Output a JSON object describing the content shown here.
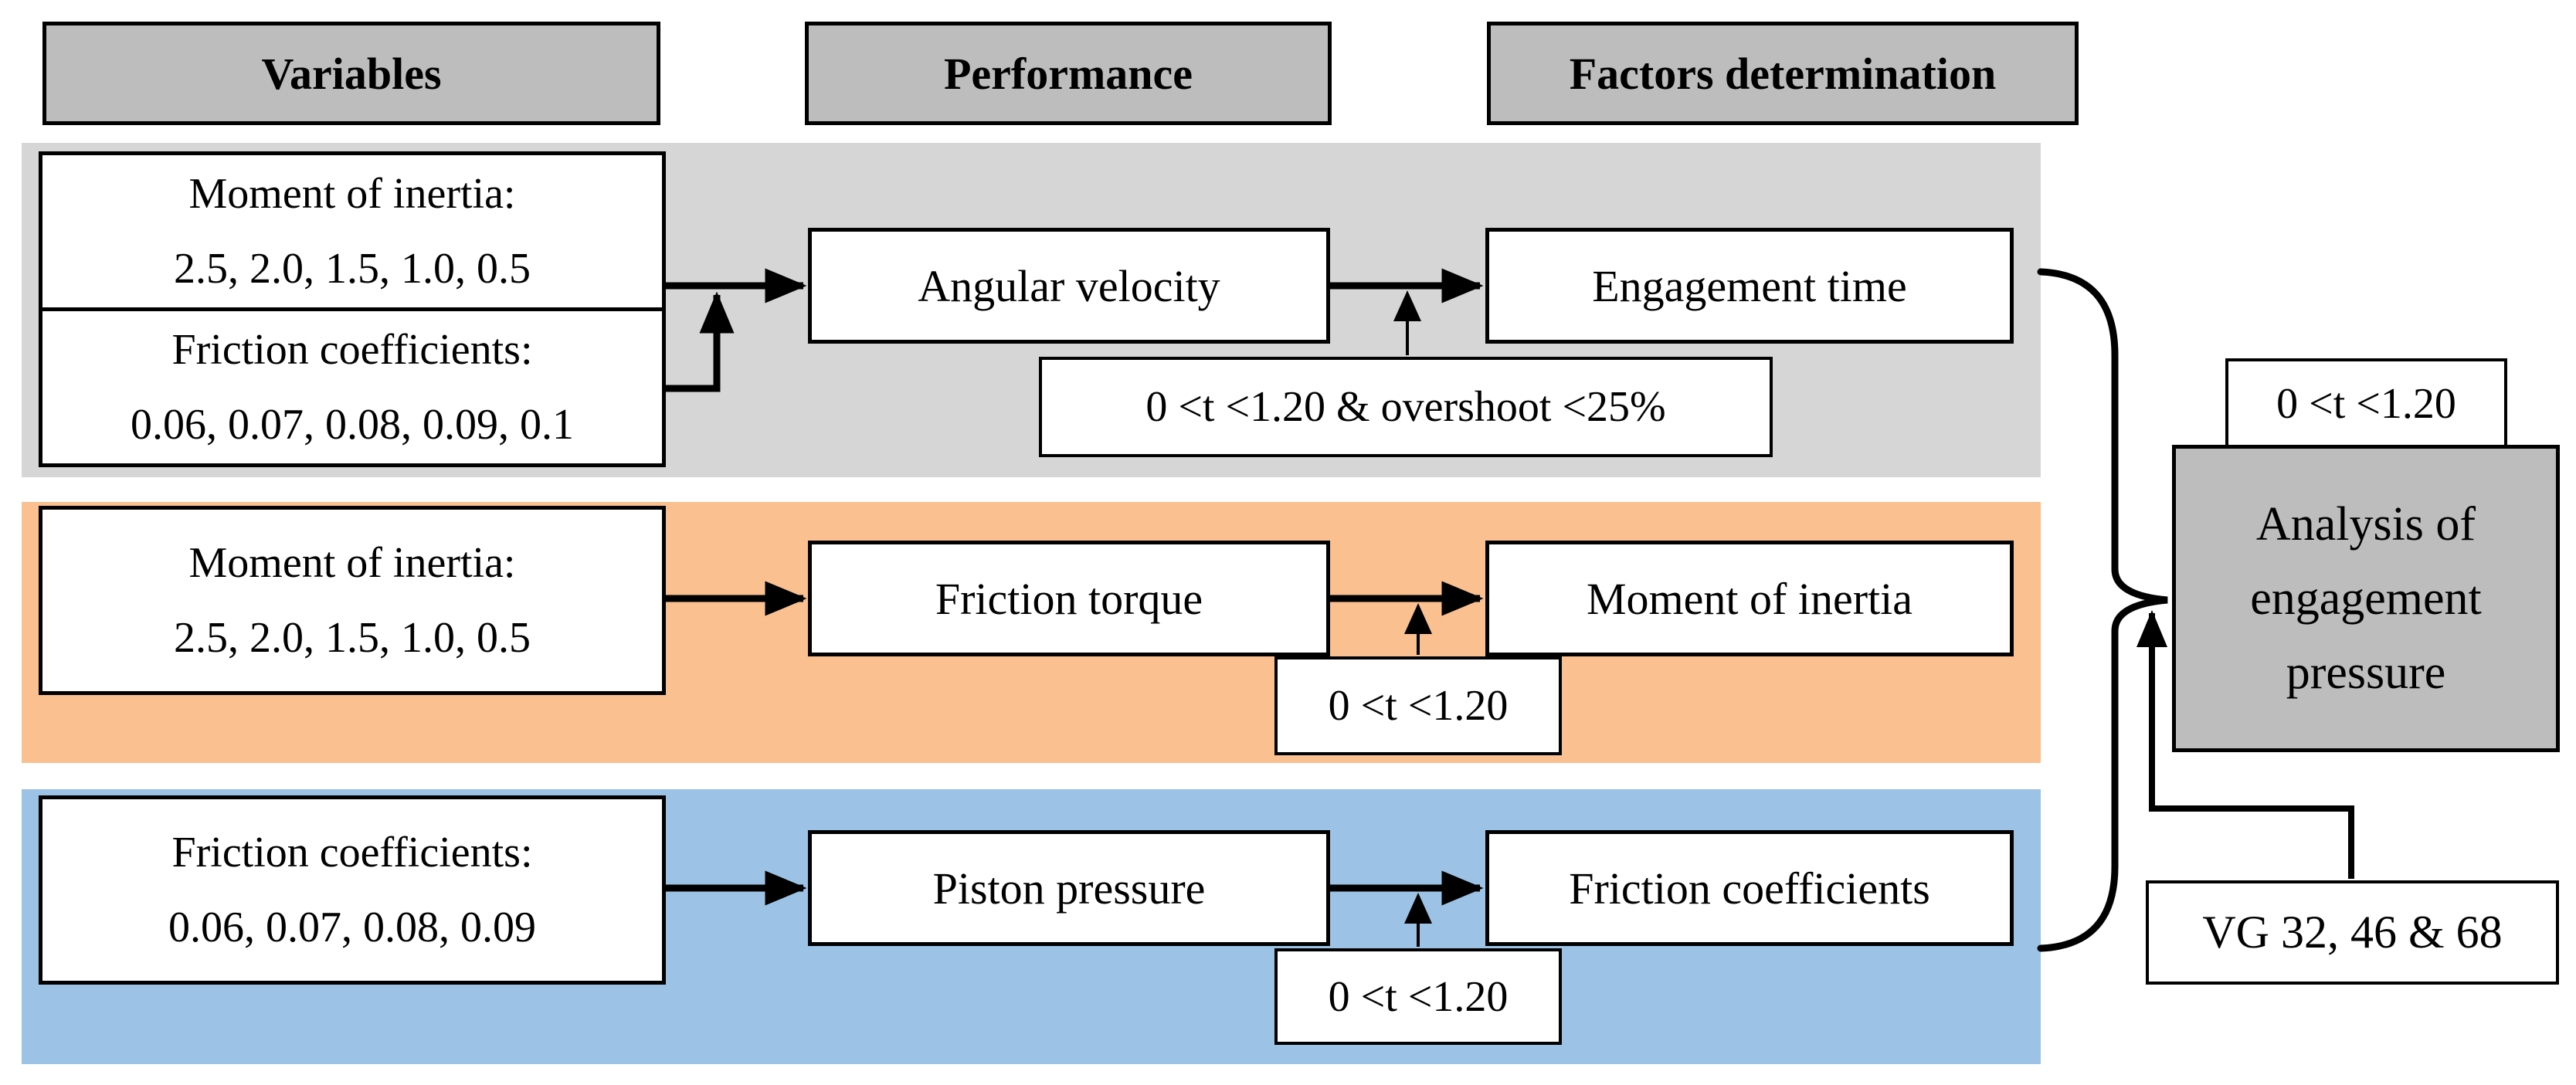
{
  "diagram": {
    "headers": {
      "variables": "Variables",
      "performance": "Performance",
      "factors": "Factors determination"
    },
    "rows": [
      {
        "band_color": "#D6D6D6",
        "variables": [
          {
            "title": "Moment of inertia:",
            "values": "2.5, 2.0, 1.5, 1.0, 0.5"
          },
          {
            "title": "Friction coefficients:",
            "values": "0.06, 0.07, 0.08, 0.09, 0.1"
          }
        ],
        "performance": "Angular velocity",
        "factor": "Engagement time",
        "criteria": "0 <t <1.20 & overshoot <25%"
      },
      {
        "band_color": "#FAC090",
        "variables": [
          {
            "title": "Moment of inertia:",
            "values": "2.5, 2.0, 1.5, 1.0, 0.5"
          }
        ],
        "performance": "Friction torque",
        "factor": "Moment of inertia",
        "criteria": "0 <t <1.20"
      },
      {
        "band_color": "#9CC3E5",
        "variables": [
          {
            "title": "Friction coefficients:",
            "values": "0.06, 0.07, 0.08, 0.09"
          }
        ],
        "performance": "Piston pressure",
        "factor": "Friction coefficients",
        "criteria": "0 <t <1.20"
      }
    ],
    "right_panel": {
      "criteria": "0 <t <1.20",
      "analysis_lines": [
        "Analysis of",
        "engagement",
        "pressure"
      ],
      "oil_grades": "VG 32, 46 & 68"
    },
    "colors": {
      "header_fill": "#BDBDBD",
      "analysis_fill": "#BDBDBD",
      "box_fill": "#FFFFFF",
      "line": "#000000"
    }
  }
}
